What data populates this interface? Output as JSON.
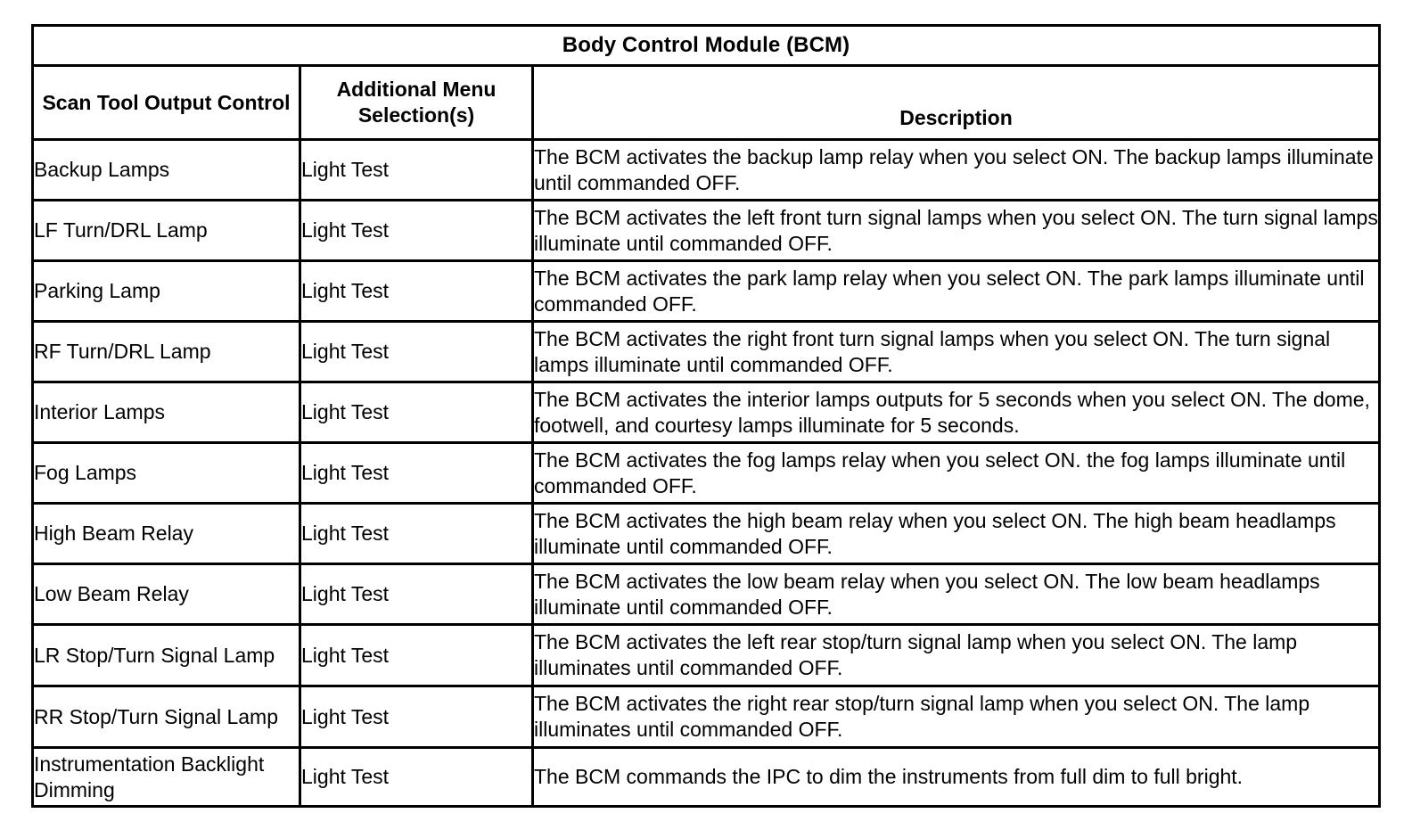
{
  "table": {
    "title": "Body Control Module (BCM)",
    "columns": [
      {
        "id": "control",
        "header": "Scan Tool Output Control"
      },
      {
        "id": "menu",
        "header": "Additional Menu Selection(s)"
      },
      {
        "id": "description",
        "header": "Description"
      }
    ],
    "rows": [
      {
        "control": "Backup Lamps",
        "menu": "Light Test",
        "description": "The BCM activates the backup lamp relay when you select ON. The backup lamps illuminate until commanded OFF."
      },
      {
        "control": "LF Turn/DRL Lamp",
        "menu": "Light Test",
        "description": "The BCM activates the left front turn signal lamps when you select ON. The turn signal lamps illuminate until commanded OFF."
      },
      {
        "control": "Parking Lamp",
        "menu": "Light Test",
        "description": "The BCM activates the park lamp relay when you select ON. The park lamps illuminate until commanded OFF."
      },
      {
        "control": "RF Turn/DRL Lamp",
        "menu": "Light Test",
        "description": "The BCM activates the right front turn signal lamps when you select ON. The turn signal lamps illuminate until commanded OFF."
      },
      {
        "control": "Interior Lamps",
        "menu": "Light Test",
        "description": "The BCM activates the interior lamps outputs for 5 seconds when you select ON. The dome, footwell, and courtesy lamps illuminate for 5 seconds."
      },
      {
        "control": "Fog Lamps",
        "menu": "Light Test",
        "description": "The BCM activates the fog lamps relay when you select ON. the fog lamps illuminate until commanded OFF."
      },
      {
        "control": "High Beam Relay",
        "menu": "Light Test",
        "description": "The BCM activates the high beam relay when you select ON. The high beam headlamps illuminate until commanded OFF."
      },
      {
        "control": "Low Beam Relay",
        "menu": "Light Test",
        "description": "The BCM activates the low beam relay when you select ON. The low beam headlamps illuminate until commanded OFF."
      },
      {
        "control": "LR Stop/Turn Signal Lamp",
        "menu": "Light Test",
        "description": "The BCM activates the left rear stop/turn signal lamp when you select ON. The lamp illuminates until commanded OFF."
      },
      {
        "control": "RR Stop/Turn Signal Lamp",
        "menu": "Light Test",
        "description": "The BCM activates the right rear stop/turn signal lamp when you select ON. The lamp illuminates until commanded OFF."
      },
      {
        "control": "Instrumentation Backlight Dimming",
        "menu": "Light Test",
        "description": "The BCM commands the IPC to dim the instruments from full dim to full bright."
      }
    ]
  },
  "colors": {
    "border": "#000000",
    "background": "#ffffff",
    "text": "#000000"
  }
}
